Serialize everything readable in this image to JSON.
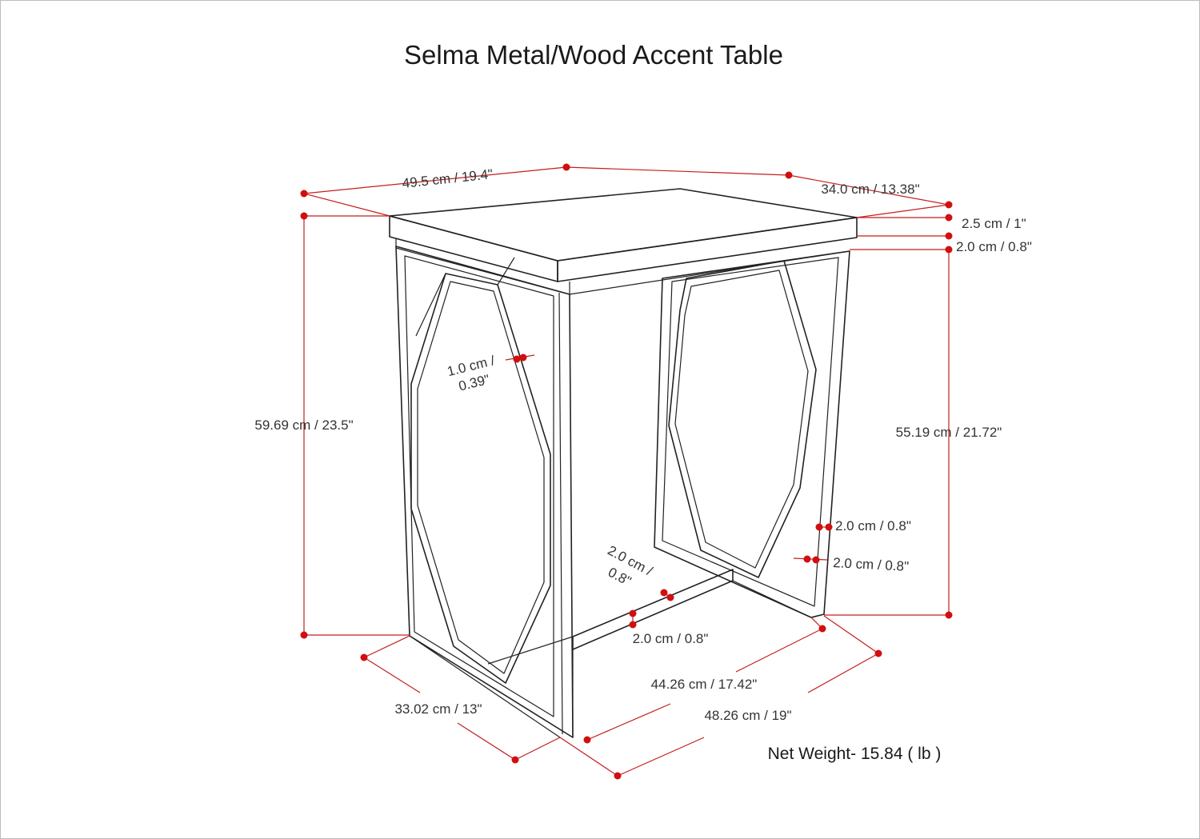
{
  "title": "Selma Metal/Wood Accent Table",
  "dimensions": {
    "top_width": "49.5 cm / 19.4\"",
    "top_depth": "34.0 cm / 13.38\"",
    "top_thickness": "2.5 cm / 1\"",
    "apron_height": "2.0 cm / 0.8\"",
    "overall_height": "59.69 cm / 23.5\"",
    "leg_height": "55.19 cm / 21.72\"",
    "frame_bar_line1": "1.0 cm /",
    "frame_bar_line2": "0.39\"",
    "leg_width_upper": "2.0 cm / 0.8\"",
    "leg_width_lower": "2.0 cm / 0.8\"",
    "base_bar_line1": "2.0 cm /",
    "base_bar_line2": "0.8\"",
    "base_bar_height": "2.0 cm / 0.8\"",
    "base_depth": "33.02 cm / 13\"",
    "inner_base_width": "44.26 cm / 17.42\"",
    "base_width": "48.26 cm / 19\""
  },
  "net_weight": "Net Weight- 15.84 ( lb )",
  "colors": {
    "line": "#222222",
    "dimension": "#c41e1e",
    "dot": "#d10f0f"
  }
}
